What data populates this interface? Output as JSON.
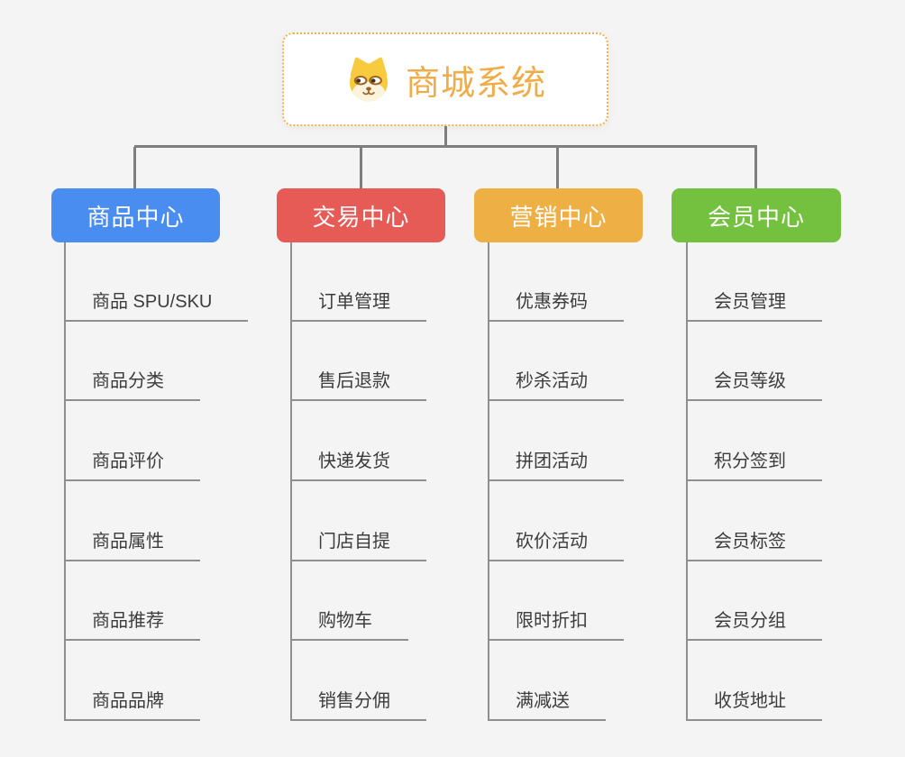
{
  "root": {
    "title": "商城系统",
    "icon": "shiba-dog-icon",
    "title_color": "#f0ac48",
    "border_color": "#f2ae4e"
  },
  "connector_color": "#7e7e7e",
  "underline_color": "#8f8f8f",
  "background_color": "#f4f4f5",
  "branches": [
    {
      "label": "商品中心",
      "color": "#4a8df0",
      "items": [
        "商品 SPU/SKU",
        "商品分类",
        "商品评价",
        "商品属性",
        "商品推荐",
        "商品品牌"
      ]
    },
    {
      "label": "交易中心",
      "color": "#e65b56",
      "items": [
        "订单管理",
        "售后退款",
        "快递发货",
        "门店自提",
        "购物车",
        "销售分佣"
      ]
    },
    {
      "label": "营销中心",
      "color": "#eeb044",
      "items": [
        "优惠券码",
        "秒杀活动",
        "拼团活动",
        "砍价活动",
        "限时折扣",
        "满减送"
      ]
    },
    {
      "label": "会员中心",
      "color": "#73c13f",
      "items": [
        "会员管理",
        "会员等级",
        "积分签到",
        "会员标签",
        "会员分组",
        "收货地址"
      ]
    }
  ]
}
